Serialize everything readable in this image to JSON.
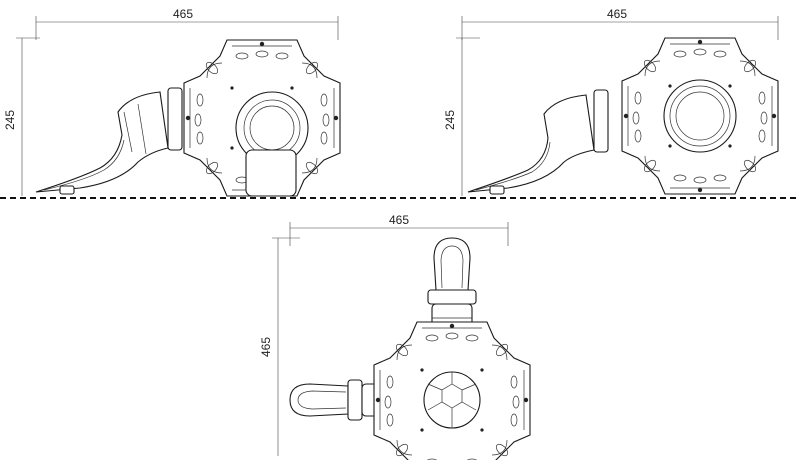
{
  "views": {
    "front": {
      "width_label": "465",
      "height_label": "245"
    },
    "side": {
      "width_label": "465",
      "height_label": "245"
    },
    "top": {
      "width_label": "465",
      "height_label": "465"
    }
  }
}
